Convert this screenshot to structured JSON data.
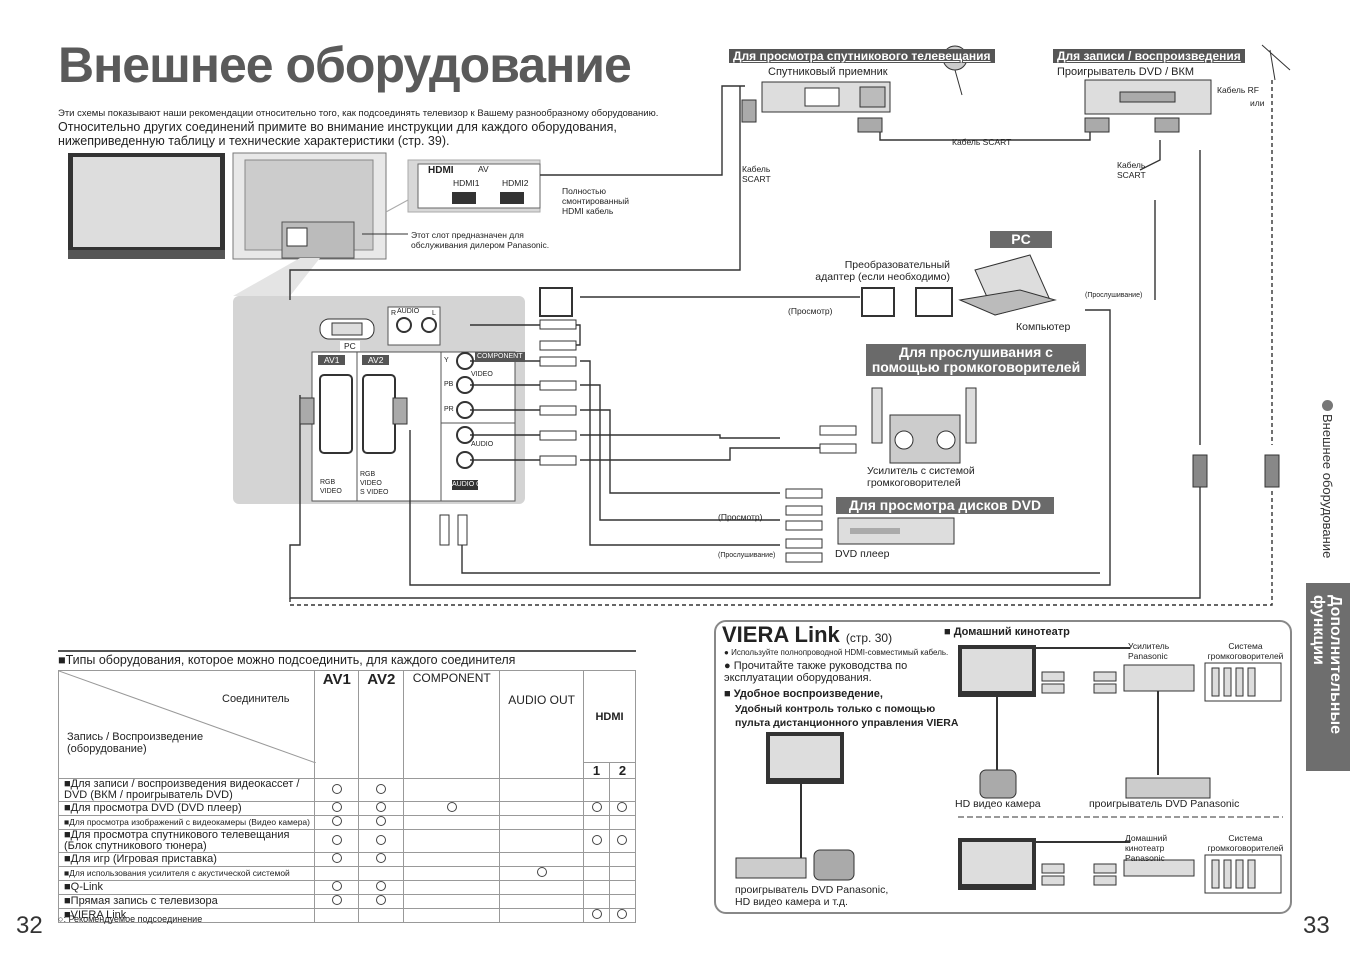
{
  "title": "Внешнее оборудование",
  "intro_small": "Эти схемы показывают наши рекомендации относительно того, как подсоединять телевизор к Вашему разнообразному оборудованию.",
  "intro": "Относительно других соединений примите во внимание инструкции для каждого оборудования, нижеприведенную таблицу и технические характеристики (стр. 39).",
  "hdmi_panel": {
    "logo": "HDMI",
    "av": "AV",
    "hdmi1": "HDMI1",
    "hdmi2": "HDMI2",
    "cable_note": "Полностью смонтированный HDMI кабель",
    "slot_note": "Этот слот предназначен для обслуживания дилером Panasonic."
  },
  "rear_panel": {
    "pc": "PC",
    "audio": "AUDIO",
    "r": "R",
    "l": "L",
    "av1": "AV1",
    "av2": "AV2",
    "component": "COMPONENT",
    "video": "VIDEO",
    "y": "Y",
    "pb": "PB",
    "pr": "PR",
    "audio2": "AUDIO",
    "audio_out": "AUDIO OUT",
    "rgb": "RGB",
    "s_video": "S VIDEO"
  },
  "satellite": {
    "banner": "Для просмотра спутникового телевещания",
    "device": "Спутниковый приемник",
    "cable": "Кабель SCART"
  },
  "recording": {
    "banner": "Для записи / воспроизведения",
    "device": "Проигрыватель DVD / ВКМ",
    "rf": "Кабель RF",
    "or": "или",
    "scart_between": "Кабель SCART",
    "scart_right": "Кабель SCART"
  },
  "pc_section": {
    "banner": "PC",
    "adapter": "Преобразовательный адаптер (если необходимо)",
    "view": "(Просмотр)",
    "listen": "(Прослушивание)",
    "computer": "Компьютер"
  },
  "speakers": {
    "banner": "Для прослушивания с помощью громкоговорителей",
    "device": "Усилитель с системой громкоговорителей"
  },
  "dvd": {
    "banner": "Для просмотра дисков DVD",
    "view": "(Просмотр)",
    "listen": "(Прослушивание)",
    "device": "DVD плеер"
  },
  "table": {
    "title": "Типы оборудования, которое можно подсоединить, для каждого соединителя",
    "header_connector": "Соединитель",
    "header_device": "Запись / Воспроизведение (оборудование)",
    "cols": [
      "AV1",
      "AV2",
      "COMPONENT",
      "AUDIO OUT",
      "HDMI"
    ],
    "hdmi_sub": [
      "1",
      "2"
    ],
    "rows": [
      {
        "label": "Для записи / воспроизведения видеокассет / DVD (ВКМ / проигрыватель DVD)",
        "marks": [
          1,
          1,
          0,
          0,
          0,
          0
        ]
      },
      {
        "label": "Для просмотра DVD (DVD плеер)",
        "marks": [
          1,
          1,
          1,
          0,
          1,
          1
        ]
      },
      {
        "label": "Для просмотра изображений с видеокамеры (Видео камера)",
        "marks": [
          1,
          1,
          0,
          0,
          0,
          0
        ]
      },
      {
        "label": "Для просмотра спутникового телевещания (Блок спутникового тюнера)",
        "marks": [
          1,
          1,
          0,
          0,
          1,
          1
        ]
      },
      {
        "label": "Для игр (Игровая приставка)",
        "marks": [
          1,
          1,
          0,
          0,
          0,
          0
        ]
      },
      {
        "label": "Для использования усилителя с акустической системой",
        "marks": [
          0,
          0,
          0,
          1,
          0,
          0
        ]
      },
      {
        "label": "Q-Link",
        "marks": [
          1,
          1,
          0,
          0,
          0,
          0
        ]
      },
      {
        "label": "Прямая запись с телевизора",
        "marks": [
          1,
          1,
          0,
          0,
          0,
          0
        ]
      },
      {
        "label": "VIERA Link",
        "marks": [
          0,
          0,
          0,
          0,
          1,
          1
        ]
      }
    ],
    "footnote": ": Рекомендуемое подсоединение"
  },
  "viera": {
    "title": "VIERA Link",
    "page_ref": "(стр. 30)",
    "bullet1": "Используйте полнопроводной HDMI-совместимый кабель.",
    "bullet2": "Прочитайте также руководства по эксплуатации оборудования.",
    "feature": "Удобное воспроизведение,",
    "feature_desc": "Удобный контроль только с помощью пульта дистанционного управления VIERA",
    "devices_caption": "проигрыватель DVD Panasonic, HD видео камера и т.д.",
    "home_theater": "Домашний кинотеатр",
    "amp": "Усилитель Panasonic",
    "speaker_system": "Система громкоговорителей",
    "hd_camera": "HD видео камера",
    "dvd_panasonic": "проигрыватель DVD Panasonic",
    "home_theater_panasonic": "Домашний кинотеатр Panasonic",
    "speaker_system2": "Система громкоговорителей"
  },
  "sidebar": {
    "title": "Внешнее оборудование",
    "tab": "Дополнительные функции"
  },
  "page_left": "32",
  "page_right": "33"
}
